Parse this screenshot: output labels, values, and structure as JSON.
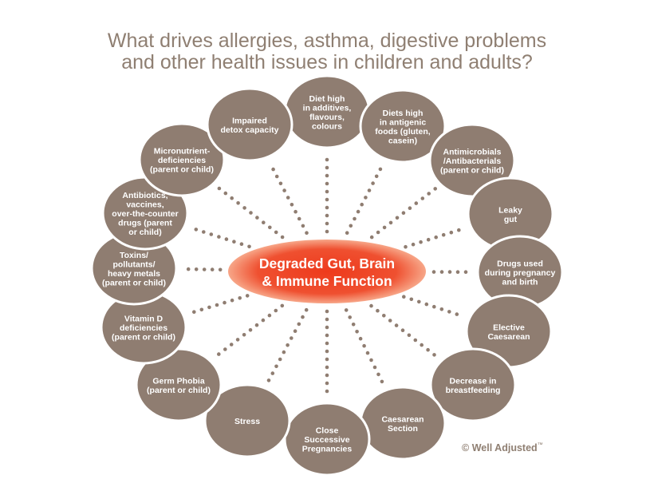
{
  "title": {
    "line1": "What drives allergies, asthma, digestive problems",
    "line2": "and other health issues in children and adults?"
  },
  "center": {
    "lines": [
      "Degraded Gut, Brain",
      "& Immune Function"
    ]
  },
  "factors": [
    {
      "id": "diet-additives",
      "lines": [
        "Diet high",
        "in additives,",
        "flavours,",
        "colours"
      ]
    },
    {
      "id": "diet-antigenic",
      "lines": [
        "Diets high",
        "in antigenic",
        "foods (gluten,",
        "casein)"
      ]
    },
    {
      "id": "antimicrobials",
      "lines": [
        "Antimicrobials",
        "/Antibacterials",
        "(parent or child)"
      ]
    },
    {
      "id": "leaky-gut",
      "lines": [
        "Leaky",
        "gut"
      ]
    },
    {
      "id": "drugs-pregnancy",
      "lines": [
        "Drugs used",
        "during pregnancy",
        "and birth"
      ]
    },
    {
      "id": "elective-caesarean",
      "lines": [
        "Elective",
        "Caesarean"
      ]
    },
    {
      "id": "decrease-breastfeeding",
      "lines": [
        "Decrease in",
        "breastfeeding"
      ]
    },
    {
      "id": "caesarean-section",
      "lines": [
        "Caesarean",
        "Section"
      ]
    },
    {
      "id": "close-pregnancies",
      "lines": [
        "Close",
        "Successive",
        "Pregnancies"
      ]
    },
    {
      "id": "stress",
      "lines": [
        "Stress"
      ]
    },
    {
      "id": "germ-phobia",
      "lines": [
        "Germ Phobia",
        "(parent or child)"
      ]
    },
    {
      "id": "vitamin-d",
      "lines": [
        "Vitamin D",
        "deficiencies",
        "(parent or child)"
      ]
    },
    {
      "id": "toxins",
      "lines": [
        "Toxins/",
        "pollutants/",
        "heavy metals",
        "(parent or child)"
      ]
    },
    {
      "id": "antibiotics",
      "lines": [
        "Antibiotics,",
        "vaccines,",
        "over-the-counter",
        "drugs (parent",
        "or child)"
      ]
    },
    {
      "id": "micronutrient",
      "lines": [
        "Micronutrient-",
        "deficiencies",
        "(parent or child)"
      ]
    },
    {
      "id": "detox",
      "lines": [
        "Impaired",
        "detox capacity"
      ]
    }
  ],
  "copyright": {
    "symbol": "©",
    "text": "Well Adjusted",
    "tm": "™"
  },
  "colors": {
    "node": "#8f7d71",
    "node_border": "#ffffff",
    "dots": "#8f7d71",
    "center_core": "#ee4622",
    "center_edge": "#f79b7b",
    "title": "#8f7f72"
  }
}
